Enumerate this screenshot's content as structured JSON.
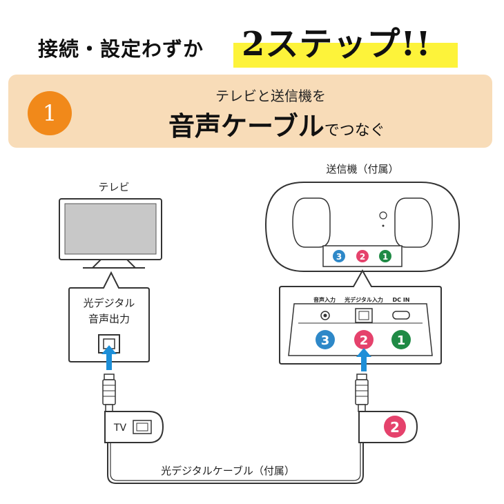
{
  "headline": {
    "lead": "接続・設定わずか",
    "highlight": "2ステップ!!"
  },
  "step": {
    "number": "1",
    "line1": "テレビと送信機を",
    "line2_main": "音声ケーブル",
    "line2_suffix": "でつなぐ"
  },
  "diagram": {
    "tv_label": "テレビ",
    "tv_port_label_1": "光デジタル",
    "tv_port_label_2": "音声出力",
    "transmitter_label": "送信機（付属）",
    "port_labels": {
      "audio_in": "音声入力",
      "optical_in": "光デジタル入力",
      "dc_in": "DC IN"
    },
    "port_numbers": [
      "3",
      "2",
      "1"
    ],
    "plug_tv_text": "TV",
    "plug_tx_number": "2",
    "cable_label": "光デジタルケーブル（付属）"
  },
  "colors": {
    "orange": "#f1891a",
    "banner": "#f8dcb8",
    "highlight": "#fdf33a",
    "port_blue": "#2e88c8",
    "port_pink": "#e5426c",
    "port_green": "#1f8a45",
    "arrow_blue": "#1d8fd8"
  }
}
